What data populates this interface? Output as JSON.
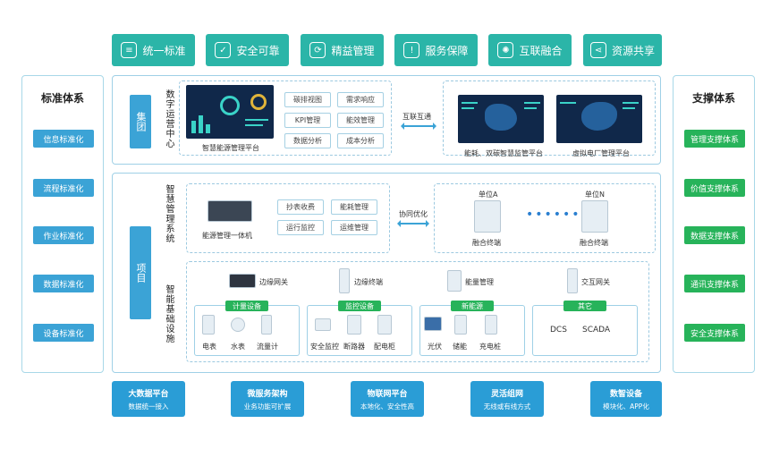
{
  "top_pills": [
    {
      "label": "统一标准",
      "icon": "layers-icon"
    },
    {
      "label": "安全可靠",
      "icon": "shield-check-icon"
    },
    {
      "label": "精益管理",
      "icon": "gear-cycle-icon"
    },
    {
      "label": "服务保障",
      "icon": "shield-info-icon"
    },
    {
      "label": "互联融合",
      "icon": "atom-icon"
    },
    {
      "label": "资源共享",
      "icon": "share-icon"
    }
  ],
  "left_panel": {
    "title": "标准体系",
    "items": [
      "信息标准化",
      "流程标准化",
      "作业标准化",
      "数据标准化",
      "设备标准化"
    ]
  },
  "right_panel": {
    "title": "支撑体系",
    "items": [
      "管理支撑体系",
      "价值支撑体系",
      "数据支撑体系",
      "通讯支撑体系",
      "安全支撑体系"
    ]
  },
  "group_section": {
    "label": "集团",
    "center_label": "数字运营中心",
    "platform_caption": "智慧能源管理平台",
    "tags": [
      "碳排视图",
      "需求响应",
      "KPI管理",
      "能效管理",
      "数据分析",
      "成本分析"
    ],
    "link_label": "互联互通",
    "right_screens": [
      "能耗、双碳智慧监管平台",
      "虚拟电厂管理平台"
    ]
  },
  "project_section": {
    "label": "项目",
    "mgmt_label": "智慧管理系统",
    "device_caption": "能源管理一体机",
    "tags": [
      "抄表收费",
      "能耗管理",
      "运行监控",
      "运维管理"
    ],
    "link_label": "协同优化",
    "units": [
      {
        "title": "单位A",
        "caption": "融合终端"
      },
      {
        "title": "单位N",
        "caption": "融合终端"
      }
    ],
    "infra_label": "智能基础设施",
    "gateways": [
      "边缘网关",
      "边缘终端",
      "能量管理",
      "交互网关"
    ],
    "groups": [
      {
        "title": "计量设备",
        "items": [
          "电表",
          "水表",
          "流量计"
        ]
      },
      {
        "title": "监控设备",
        "items": [
          "安全监控",
          "断路器",
          "配电柜"
        ]
      },
      {
        "title": "新能源",
        "items": [
          "光伏",
          "储能",
          "充电桩"
        ]
      },
      {
        "title": "其它",
        "items": [
          "DCS",
          "SCADA"
        ]
      }
    ]
  },
  "bottom_cards": [
    {
      "title": "大数据平台",
      "sub": "数据统一接入"
    },
    {
      "title": "微服务架构",
      "sub": "业务功能可扩展"
    },
    {
      "title": "物联网平台",
      "sub": "本地化、安全性高"
    },
    {
      "title": "灵活组网",
      "sub": "无线或有线方式"
    },
    {
      "title": "数智设备",
      "sub": "模块化、APP化"
    }
  ],
  "colors": {
    "teal": "#2bb5a8",
    "blue": "#3ba3d6",
    "green": "#27b35a",
    "card_blue": "#2a9dd6"
  }
}
